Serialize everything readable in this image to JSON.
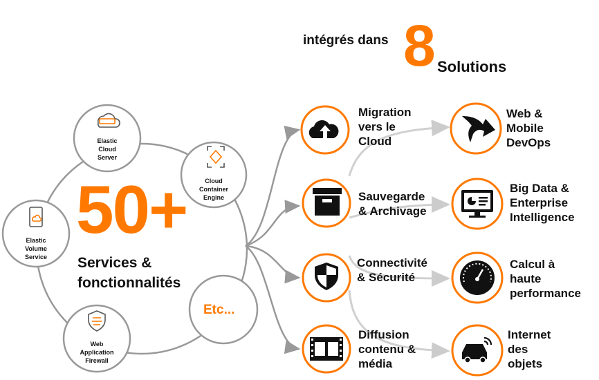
{
  "header": {
    "prefix": "intégrés dans",
    "number": "8",
    "suffix": "Solutions"
  },
  "hub": {
    "big_number": "50+",
    "subtitle": "Services &\nfonctionnalités"
  },
  "services": [
    {
      "id": "ecs",
      "label": "Elastic\nCloud\nServer",
      "icon": "server-cloud-icon"
    },
    {
      "id": "cce",
      "label": "Cloud\nContainer\nEngine",
      "icon": "container-icon"
    },
    {
      "id": "evs",
      "label": "Elastic\nVolume\nService",
      "icon": "tablet-cloud-icon"
    },
    {
      "id": "waf",
      "label": "Web\nApplication\nFirewall",
      "icon": "firewall-shield-icon"
    },
    {
      "id": "etc",
      "label": "Etc..."
    }
  ],
  "solutions_left": [
    {
      "label": "Migration\nvers le\nCloud",
      "icon": "cloud-upload-icon"
    },
    {
      "label": "Sauvegarde\n& Archivage",
      "icon": "archive-box-icon"
    },
    {
      "label": "Connectivité\n& Sécurité",
      "icon": "security-shield-icon"
    },
    {
      "label": "Diffusion\ncontenu &\nmédia",
      "icon": "film-strip-icon"
    }
  ],
  "solutions_right": [
    {
      "label": "Web &\nMobile\nDevOps",
      "icon": "arrow-forward-icon"
    },
    {
      "label": "Big Data &\nEnterprise\nIntelligence",
      "icon": "monitor-chart-icon"
    },
    {
      "label": "Calcul à\nhaute\nperformance",
      "icon": "gauge-icon"
    },
    {
      "label": "Internet\ndes\nobjets",
      "icon": "connected-car-icon"
    }
  ],
  "colors": {
    "accent": "#ff7900",
    "line": "#999999",
    "text": "#111111"
  }
}
